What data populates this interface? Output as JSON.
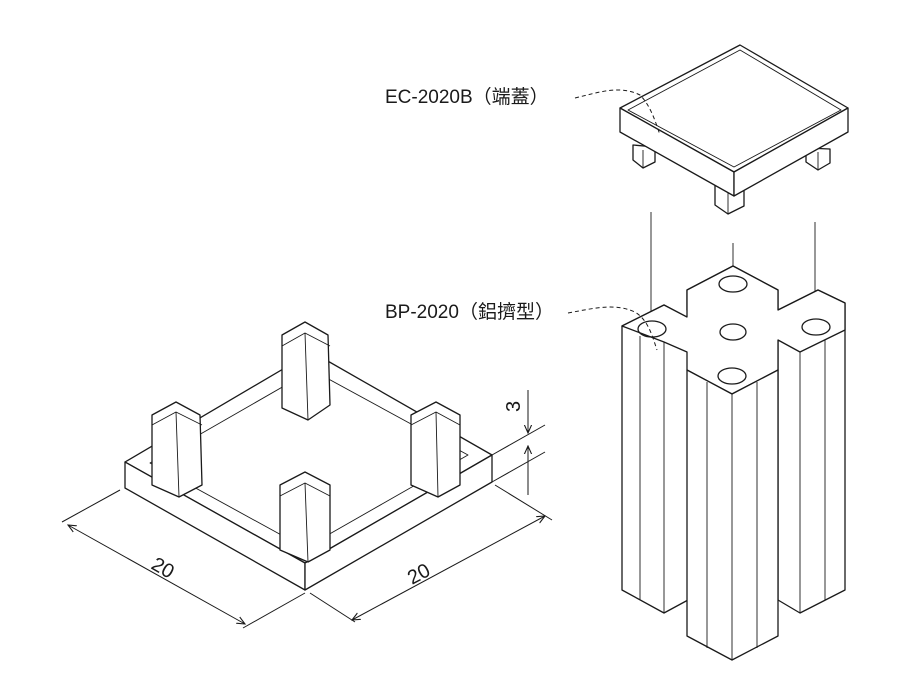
{
  "labels": {
    "end_cap": "EC-2020B（端蓋）",
    "profile": "BP-2020（鋁擠型）"
  },
  "dimensions": {
    "width_left": "20",
    "width_right": "20",
    "height": "3"
  },
  "colors": {
    "line": "#1a1a1a",
    "background": "#ffffff"
  }
}
